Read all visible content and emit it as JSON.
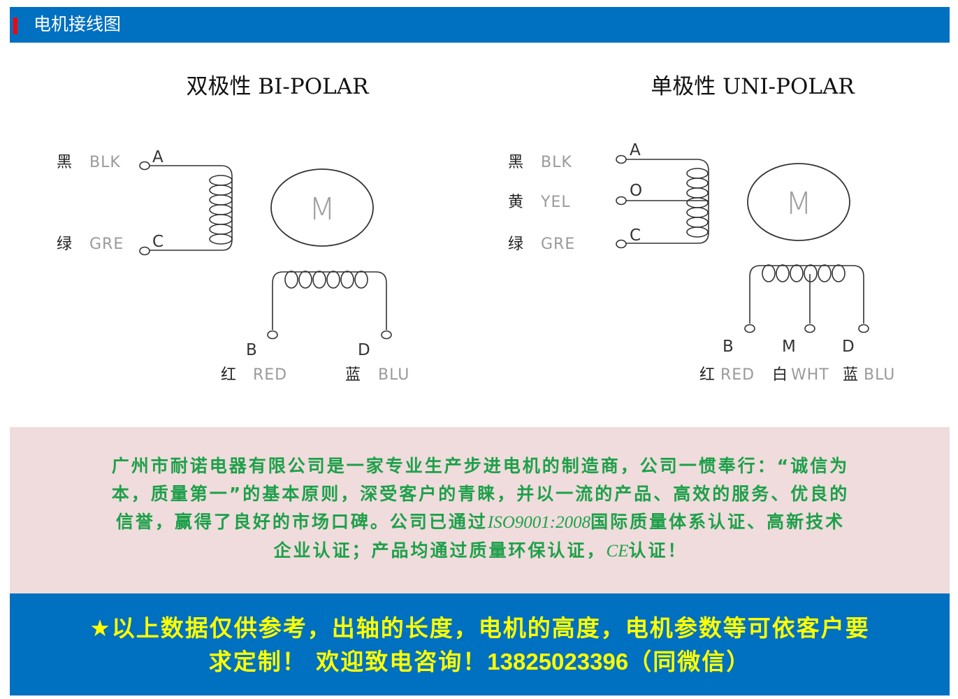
{
  "header": {
    "title": "电机接线图",
    "marker_color": "#FF0000",
    "bg_color": "#0070C0"
  },
  "bipolar": {
    "title": "双极性  BI-POLAR",
    "motor_label": "M",
    "coil_a": {
      "wires": [
        {
          "cn": "黑",
          "en": "BLK",
          "pin": "A"
        },
        {
          "cn": "绿",
          "en": "GRE",
          "pin": "C"
        }
      ]
    },
    "coil_b": {
      "wires": [
        {
          "cn": "红",
          "en": "RED",
          "pin": "B"
        },
        {
          "cn": "蓝",
          "en": "BLU",
          "pin": "D"
        }
      ]
    }
  },
  "unipolar": {
    "title": "单极性  UNI-POLAR",
    "motor_label": "M",
    "coil_a": {
      "wires": [
        {
          "cn": "黑",
          "en": "BLK",
          "pin": "A"
        },
        {
          "cn": "黄",
          "en": "YEL",
          "pin": "O"
        },
        {
          "cn": "绿",
          "en": "GRE",
          "pin": "C"
        }
      ]
    },
    "coil_b": {
      "wires": [
        {
          "cn": "红",
          "en": "RED",
          "pin": "B"
        },
        {
          "cn": "白",
          "en": "WHT",
          "pin": "M"
        },
        {
          "cn": "蓝",
          "en": "BLU",
          "pin": "D"
        }
      ]
    }
  },
  "intro": {
    "line1": "广州市耐诺电器有限公司是一家专业生产步进电机的制造商，公司一惯奉行：“诚信为",
    "line2": "本，质量第一”的基本原则，深受客户的青睐，并以一流的产品、高效的服务、优良的",
    "line3_a": "信誉，赢得了良好的市场口碑。公司已通过",
    "line3_cert": "ISO9001:2008",
    "line3_b": "国际质量体系认证、高新技术",
    "line4_a": "企业认证；产品均通过质量环保认证，",
    "line4_cert": "CE",
    "line4_b": "认证！",
    "text_color": "#1DA04A",
    "bg_color": "#F0DCDC"
  },
  "notice": {
    "line1": "★以上数据仅供参考，出轴的长度，电机的高度，电机参数等可依客户要",
    "line2_a": "求定制！ 欢迎致电咨询！",
    "phone": "13825023396",
    "line2_b": "（同微信）",
    "text_color": "#FFFF00",
    "bg_color": "#0070C0"
  }
}
